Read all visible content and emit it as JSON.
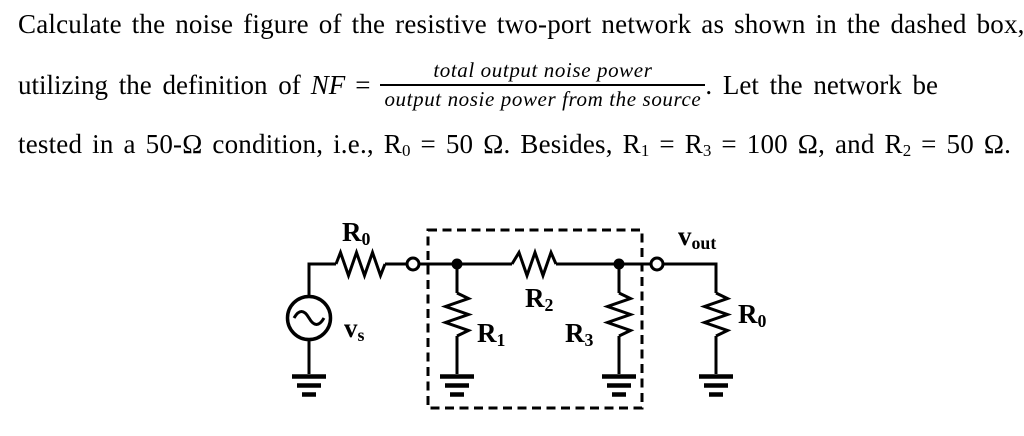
{
  "colors": {
    "ink": "#000000",
    "background": "#ffffff"
  },
  "problem": {
    "line1": "Calculate the noise figure of the resistive two-port network as shown in the dashed box,",
    "line2": {
      "prefix": "utilizing the definition of",
      "nf": "NF",
      "equals": "=",
      "numerator": "total output noise power",
      "denominator": "output nosie power from the source",
      "suffix": ". Let the network be"
    },
    "line3": {
      "seg1": "tested in a 50-Ω condition, i.e., R",
      "sub1": "0",
      "seg2": " = 50 Ω. Besides, R",
      "sub2": "1",
      "seg3": " = R",
      "sub3": "3",
      "seg4": " = 100 Ω, and R",
      "sub4": "2",
      "seg5": " = 50 Ω."
    }
  },
  "circuit": {
    "labels": {
      "source_resistor": {
        "main": "R",
        "sub": "0"
      },
      "source": {
        "main": "v",
        "sub": "s"
      },
      "r1": {
        "main": "R",
        "sub": "1"
      },
      "r2": {
        "main": "R",
        "sub": "2"
      },
      "r3": {
        "main": "R",
        "sub": "3"
      },
      "vout": {
        "main": "v",
        "sub": "out"
      },
      "load_resistor": {
        "main": "R",
        "sub": "0"
      }
    }
  }
}
